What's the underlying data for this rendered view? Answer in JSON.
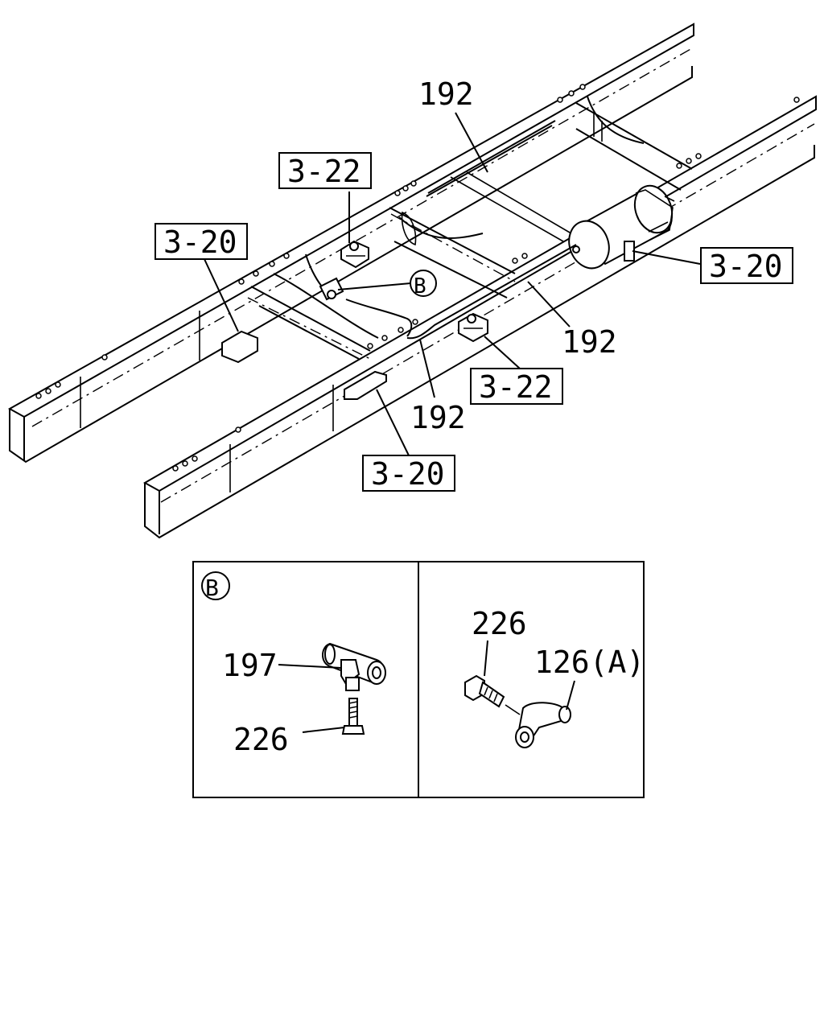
{
  "diagram": {
    "main_view": {
      "callouts": {
        "top_192": "192",
        "right_192": "192",
        "bottom_192": "192",
        "ref_3_22_top": "3-22",
        "ref_3_22_bottom": "3-22",
        "ref_3_20_left": "3-20",
        "ref_3_20_right": "3-20",
        "ref_3_20_bottom": "3-20",
        "detail_marker": "B"
      }
    },
    "detail_view": {
      "marker": "B",
      "left_panel": {
        "part_a": "197",
        "part_b": "226"
      },
      "right_panel": {
        "part_a": "226",
        "part_b": "126(A)"
      }
    }
  }
}
